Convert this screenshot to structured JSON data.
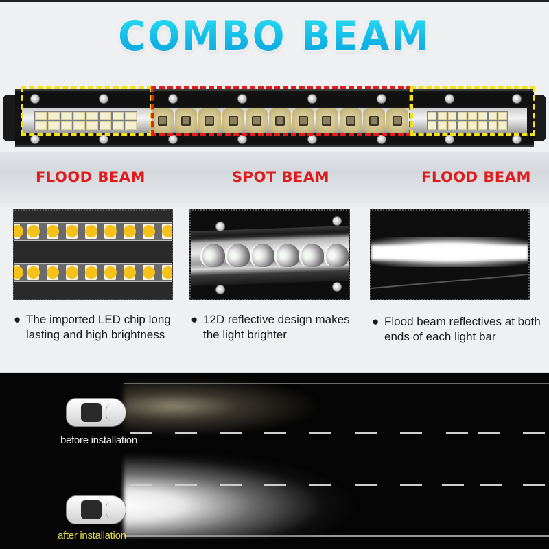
{
  "title": "COMBO BEAM",
  "colors": {
    "title_gradient_top": "#2de2f2",
    "title_gradient_bottom": "#0b9fd8",
    "beam_label": "#e01b1b",
    "flood_zone_outline": "#f2e21a",
    "spot_zone_outline": "#e31b1b",
    "led_chip": "#f6c21a",
    "after_caption": "#e6d94a"
  },
  "light_bar": {
    "zones": [
      {
        "id": "flood-left",
        "label": "FLOOD BEAM",
        "outline": "yellow-dashed"
      },
      {
        "id": "spot",
        "label": "SPOT BEAM",
        "outline": "red-dashed"
      },
      {
        "id": "flood-right",
        "label": "FLOOD BEAM",
        "outline": "yellow-dashed"
      }
    ],
    "spot_lens_count": 11,
    "flood_chip_grid": {
      "columns": 8,
      "rows": 2
    }
  },
  "features": [
    {
      "id": "led-chip",
      "image": "led-chip-closeup",
      "text": "The imported LED chip long lasting and high brightness"
    },
    {
      "id": "reflective-12d",
      "image": "12d-reflector-closeup",
      "text": "12D reflective design makes the light brighter"
    },
    {
      "id": "flood-reflectives",
      "image": "flood-beam-output",
      "text": "Flood beam reflectives at both ends of each light bar"
    }
  ],
  "comparison": {
    "before_caption": "before installation",
    "after_caption": "after installation"
  }
}
